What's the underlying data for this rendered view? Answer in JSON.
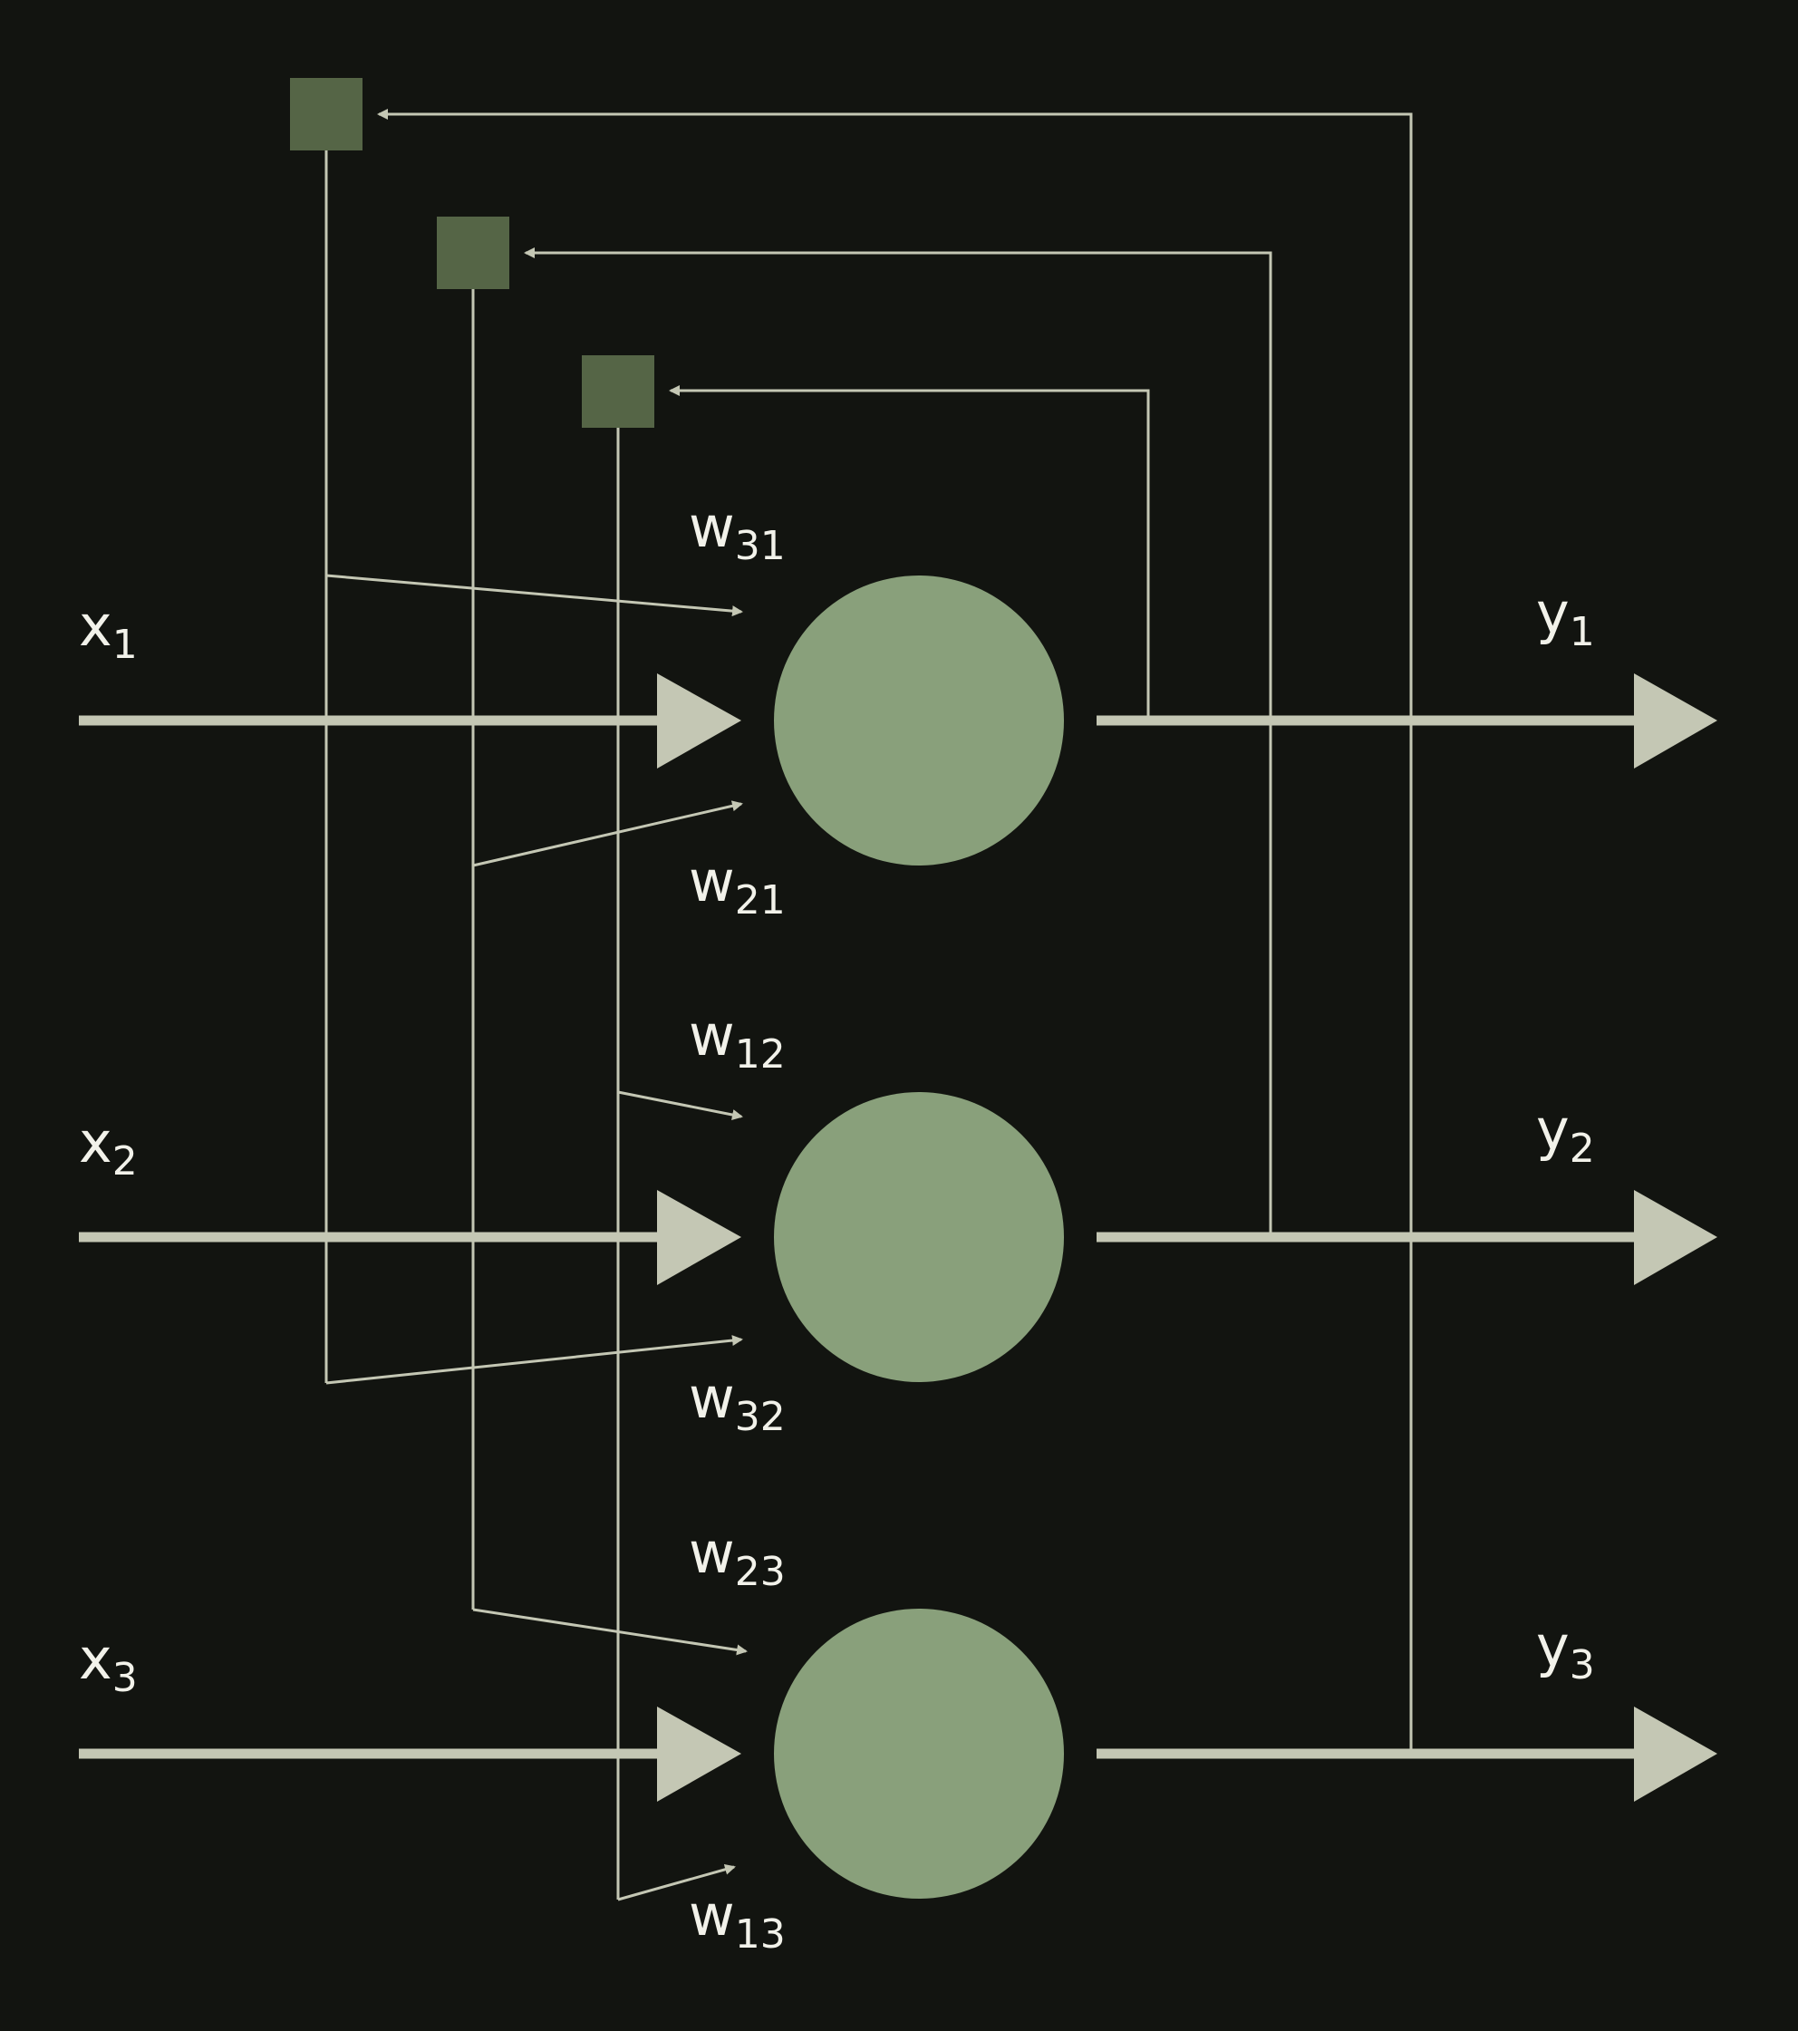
{
  "diagram": {
    "inputs": [
      {
        "base": "x",
        "sub": "1"
      },
      {
        "base": "x",
        "sub": "2"
      },
      {
        "base": "x",
        "sub": "3"
      }
    ],
    "outputs": [
      {
        "base": "y",
        "sub": "1"
      },
      {
        "base": "y",
        "sub": "2"
      },
      {
        "base": "y",
        "sub": "3"
      }
    ],
    "weights": [
      {
        "id": "w31",
        "base": "w",
        "sub": "31"
      },
      {
        "id": "w21",
        "base": "w",
        "sub": "21"
      },
      {
        "id": "w12",
        "base": "w",
        "sub": "12"
      },
      {
        "id": "w32",
        "base": "w",
        "sub": "32"
      },
      {
        "id": "w23",
        "base": "w",
        "sub": "23"
      },
      {
        "id": "w13",
        "base": "w",
        "sub": "13"
      }
    ],
    "colors": {
      "background": "#121410",
      "neuron": "#89a07b",
      "delay": "#556546",
      "arrow": "#c4c7b4",
      "text": "#f2f2ea"
    }
  }
}
